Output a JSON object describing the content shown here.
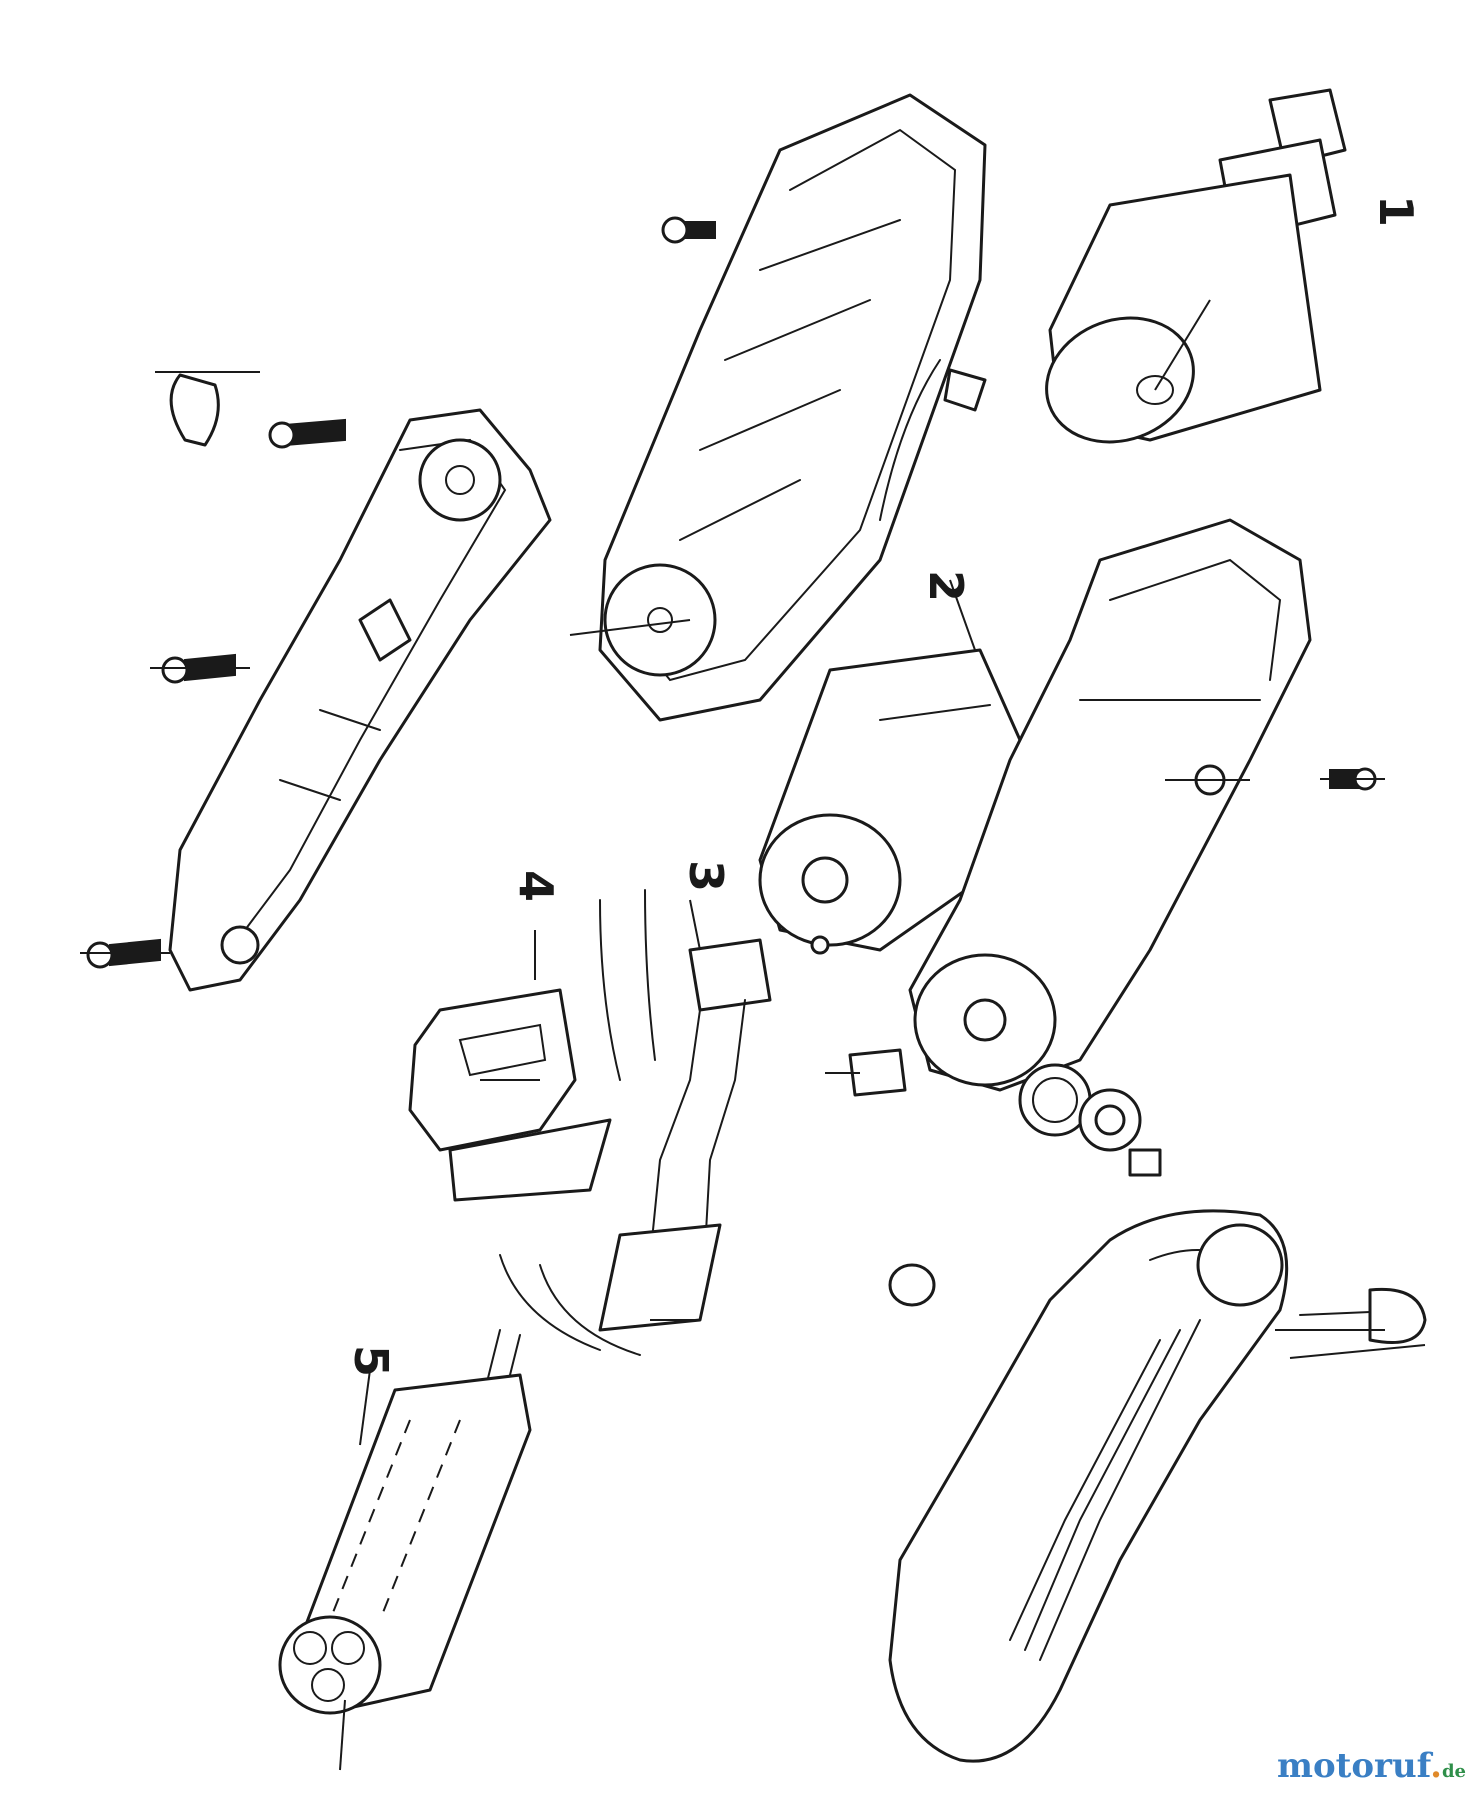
{
  "diagram": {
    "callouts": [
      {
        "id": "1",
        "label": "1"
      },
      {
        "id": "2",
        "label": "2"
      },
      {
        "id": "3",
        "label": "3"
      },
      {
        "id": "4",
        "label": "4"
      },
      {
        "id": "5",
        "label": "5"
      }
    ]
  },
  "watermark": {
    "brand": "motoruf",
    "dot": ".",
    "tld": "de"
  }
}
